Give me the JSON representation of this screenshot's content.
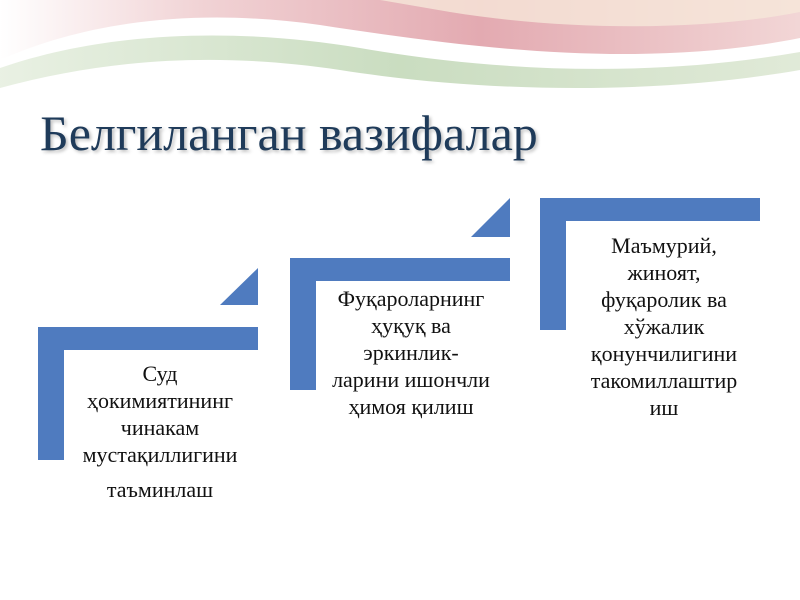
{
  "title": "Белгиланган вазифалар",
  "colors": {
    "accent": "#4f7bbf",
    "title": "#1f3b5a",
    "banner_green": "#c9dcc0",
    "banner_pink": "#e0aeb4"
  },
  "steps": [
    {
      "lines": [
        "Суд",
        "ҳокимиятининг",
        "чинакам",
        "мустақиллигини",
        "таъминлаш"
      ]
    },
    {
      "lines": [
        "Фуқароларнинг",
        "ҳуқуқ ва",
        "эркинлик-",
        "ларини ишончли",
        "ҳимоя қилиш"
      ]
    },
    {
      "lines": [
        "Маъмурий,",
        "жиноят,",
        "фуқаролик ва",
        "хўжалик",
        "қонунчилигини",
        "такомиллаштир",
        "иш"
      ]
    }
  ]
}
